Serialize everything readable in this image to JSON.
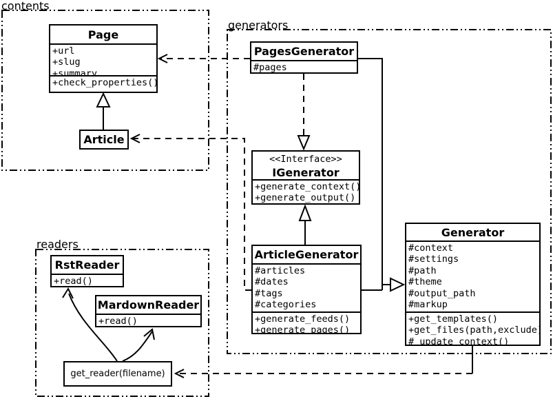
{
  "packages": {
    "contents": {
      "label": "contents"
    },
    "generators": {
      "label": "generators"
    },
    "readers": {
      "label": "readers"
    }
  },
  "classes": {
    "page": {
      "name": "Page",
      "attributes": [
        "+url",
        "+slug",
        "+summary"
      ],
      "methods": [
        "+check_properties()"
      ]
    },
    "article": {
      "name": "Article"
    },
    "pages_generator": {
      "name": "PagesGenerator",
      "attributes": [
        "#pages"
      ]
    },
    "igenerator": {
      "stereotype": "<<Interface>>",
      "name": "IGenerator",
      "methods": [
        "+generate_context()",
        "+generate_output()"
      ]
    },
    "article_generator": {
      "name": "ArticleGenerator",
      "attributes": [
        "#articles",
        "#dates",
        "#tags",
        "#categories"
      ],
      "methods": [
        "+generate_feeds()",
        "+generate_pages()"
      ]
    },
    "generator": {
      "name": "Generator",
      "attributes": [
        "#context",
        "#settings",
        "#path",
        "#theme",
        "#output_path",
        "#markup"
      ],
      "methods": [
        "+get_templates()",
        "+get_files(path,exclude)",
        "#_update_context()"
      ]
    },
    "rst_reader": {
      "name": "RstReader",
      "methods": [
        "+read()"
      ]
    },
    "mardown_reader": {
      "name": "MardownReader",
      "methods": [
        "+read()"
      ]
    },
    "get_reader": {
      "name": "get_reader(filename)"
    }
  },
  "relationships": [
    {
      "from": "Article",
      "to": "Page",
      "type": "inheritance"
    },
    {
      "from": "PagesGenerator",
      "to": "Page",
      "type": "dependency"
    },
    {
      "from": "ArticleGenerator",
      "to": "Article",
      "type": "dependency"
    },
    {
      "from": "PagesGenerator",
      "to": "IGenerator",
      "type": "realization"
    },
    {
      "from": "ArticleGenerator",
      "to": "IGenerator",
      "type": "inheritance"
    },
    {
      "from": "PagesGenerator",
      "to": "Generator",
      "type": "inheritance"
    },
    {
      "from": "ArticleGenerator",
      "to": "Generator",
      "type": "inheritance"
    },
    {
      "from": "Generator",
      "to": "get_reader(filename)",
      "type": "dependency"
    },
    {
      "from": "get_reader(filename)",
      "to": "RstReader",
      "type": "association"
    },
    {
      "from": "get_reader(filename)",
      "to": "MardownReader",
      "type": "association"
    }
  ],
  "colors": {
    "line": "#000000",
    "background": "#ffffff",
    "box_fill": "#ffffff"
  }
}
